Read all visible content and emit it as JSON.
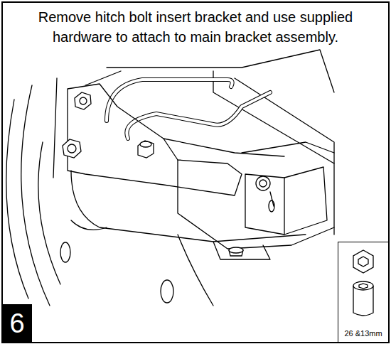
{
  "diagram": {
    "title": "Remove hitch bolt insert bracket and use supplied hardware to attach to main bracket assembly.",
    "nodes": [
      {
        "text": [
          "6"
        ]
      },
      {
        "text": [
          "26 &13mm"
        ]
      }
    ]
  }
}
